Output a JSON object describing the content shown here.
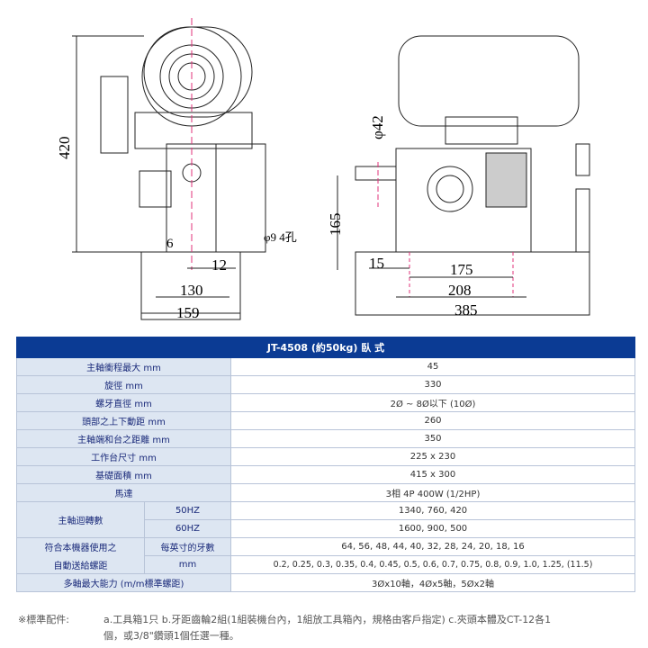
{
  "drawing": {
    "dims": {
      "height_420": "420",
      "d6": "6",
      "d12": "12",
      "hole": "φ9 4孔",
      "d130": "130",
      "d159": "159",
      "phi42": "φ42",
      "d165": "165",
      "d15": "15",
      "d175": "175",
      "d208": "208",
      "d385": "385"
    }
  },
  "table": {
    "title": "JT-4508 (約50kg)  臥 式",
    "rows": [
      {
        "label": "主軸衝程最大 mm",
        "value": "45"
      },
      {
        "label": "旋徑 mm",
        "value": "330"
      },
      {
        "label": "螺牙直徑 mm",
        "value": "2Ø ~ 8Ø以下 (10Ø)"
      },
      {
        "label": "頭部之上下動距 mm",
        "value": "260"
      },
      {
        "label": "主軸端和台之距離 mm",
        "value": "350"
      },
      {
        "label": "工作台尺寸 mm",
        "value": "225 x 230"
      },
      {
        "label": "基礎面積 mm",
        "value": "415 x 300"
      },
      {
        "label": "馬達",
        "value": "3相 4P 400W (1/2HP)"
      }
    ],
    "speed": {
      "label": "主軸迴轉數",
      "sub": [
        {
          "label": "50HZ",
          "value": "1340, 760, 420"
        },
        {
          "label": "60HZ",
          "value": "1600, 900, 500"
        }
      ]
    },
    "pitch": {
      "label1": "符合本機器使用之",
      "label2": "自動送給螺距",
      "sub": [
        {
          "label": "每英寸的牙數",
          "value": "64, 56, 48, 44, 40, 32, 28, 24, 20, 18, 16"
        },
        {
          "label": "mm",
          "value": "0.2, 0.25, 0.3, 0.35, 0.4, 0.45, 0.5, 0.6, 0.7, 0.75, 0.8, 0.9, 1.0, 1.25, (11.5)"
        }
      ]
    },
    "multi": {
      "label": "多軸最大能力 (m/m標準螺距)",
      "value": "3Øx10軸，4Øx5軸，5Øx2軸"
    }
  },
  "notes": {
    "key": "※標準配件:",
    "line1": "a.工具箱1只 b.牙距齒輪2組(1組裝機台內，1組放工具箱內，規格由客戶指定) c.夾頭本體及CT-12各1",
    "line2": "個，或3/8\"鑽頭1個任選一種。"
  }
}
